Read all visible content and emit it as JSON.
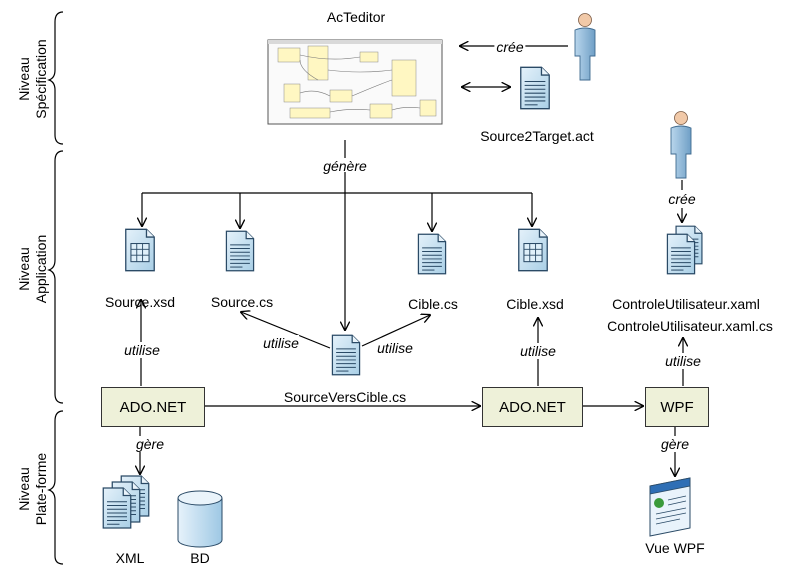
{
  "levels": {
    "specification": [
      "Niveau",
      "Spécification"
    ],
    "application": [
      "Niveau",
      "Application"
    ],
    "platform": [
      "Niveau",
      "Plate-forme"
    ]
  },
  "tool": {
    "name": "AcTeditor"
  },
  "files": {
    "act": "Source2Target.act",
    "source_xsd": "Source.xsd",
    "source_cs": "Source.cs",
    "cible_cs": "Cible.cs",
    "cible_xsd": "Cible.xsd",
    "source_vers_cible": "SourceVersCible.cs",
    "controle_xaml": "ControleUtilisateur.xaml",
    "controle_xaml_cs": "ControleUtilisateur.xaml.cs",
    "xml": "XML",
    "bd": "BD",
    "vue_wpf": "Vue WPF"
  },
  "platforms": {
    "adonet_left": "ADO.NET",
    "adonet_right": "ADO.NET",
    "wpf": "WPF"
  },
  "relations": {
    "cree_top": "crée",
    "genere": "génère",
    "cree_right": "crée",
    "utilise_source_xsd": "utilise",
    "utilise_source_cs": "utilise",
    "utilise_cible_cs": "utilise",
    "utilise_cible_xsd": "utilise",
    "utilise_controle": "utilise",
    "gere_left": "gère",
    "gere_right": "gère"
  },
  "colors": {
    "box_fill": "#eef1d9",
    "doc_fill": "#c9e3f2",
    "person": "#8fb8d8"
  }
}
